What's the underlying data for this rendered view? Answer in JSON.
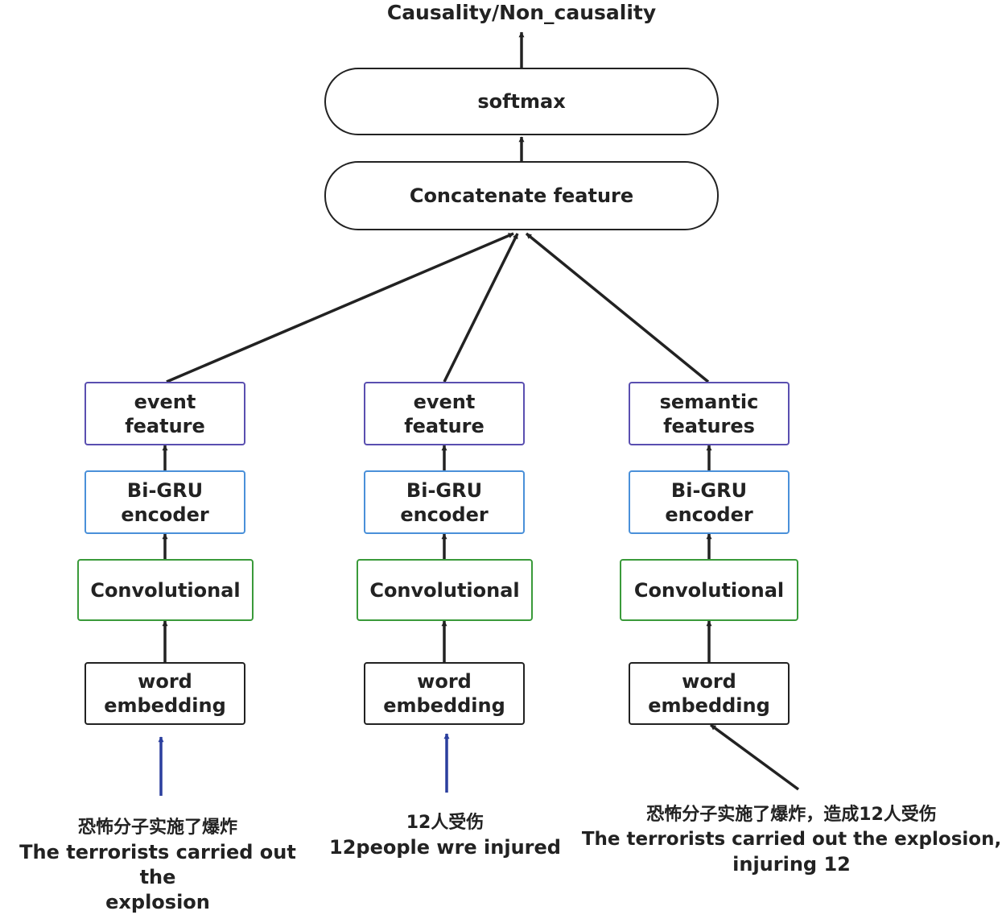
{
  "diagram": {
    "output": "Causality/Non_causality",
    "softmax": "softmax",
    "concat": "Concatenate feature",
    "branches": [
      {
        "top": [
          "event",
          "feature"
        ],
        "encoder": [
          "Bi-GRU",
          "encoder"
        ],
        "conv": "Convolutional",
        "embed": [
          "word",
          "embedding"
        ],
        "input_cn": "恐怖分子实施了爆炸",
        "input_en": [
          "The terrorists carried out the",
          "explosion"
        ]
      },
      {
        "top": [
          "event",
          "feature"
        ],
        "encoder": [
          "Bi-GRU",
          "encoder"
        ],
        "conv": "Convolutional",
        "embed": [
          "word",
          "embedding"
        ],
        "input_cn": "12人受伤",
        "input_en": [
          "12people wre injured"
        ]
      },
      {
        "top": [
          "semantic",
          "features"
        ],
        "encoder": [
          "Bi-GRU",
          "encoder"
        ],
        "conv": "Convolutional",
        "embed": [
          "word",
          "embedding"
        ],
        "input_cn": "恐怖分子实施了爆炸，造成12人受伤",
        "input_en": [
          "The terrorists carried out the explosion,",
          "injuring 12"
        ]
      }
    ],
    "colors": {
      "outline": "#222222",
      "conv": "#3a9a3a",
      "encoder": "#4a90d9",
      "feature": "#5a4fb0",
      "input_arrow": "#2b3f9e"
    }
  }
}
